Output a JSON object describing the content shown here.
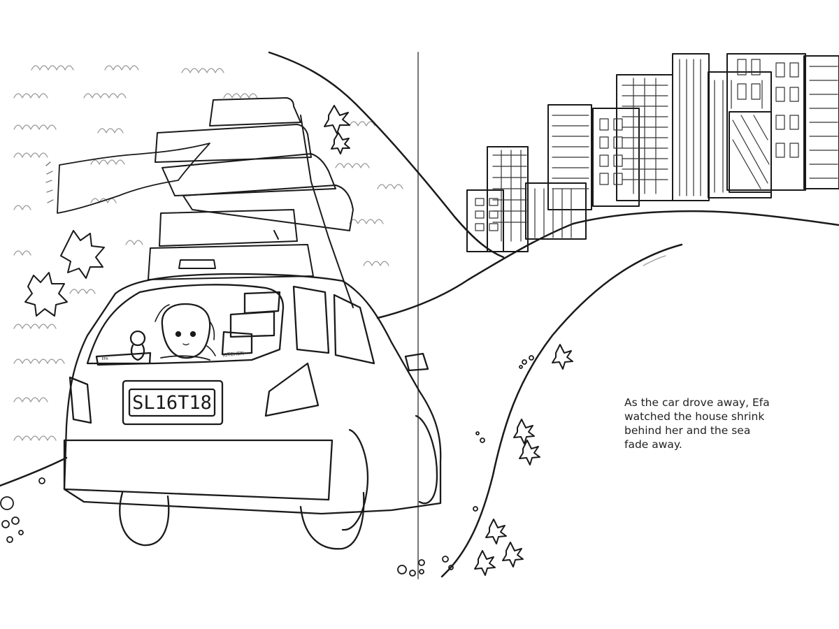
{
  "illustration": {
    "license_plate": "SL16T18",
    "box_label": "KITCHEN",
    "small_box_label": "EFA"
  },
  "caption": {
    "lines": [
      "As the car drove away, Efa",
      "watched the house shrink",
      "behind her and the sea",
      "fade away."
    ]
  }
}
